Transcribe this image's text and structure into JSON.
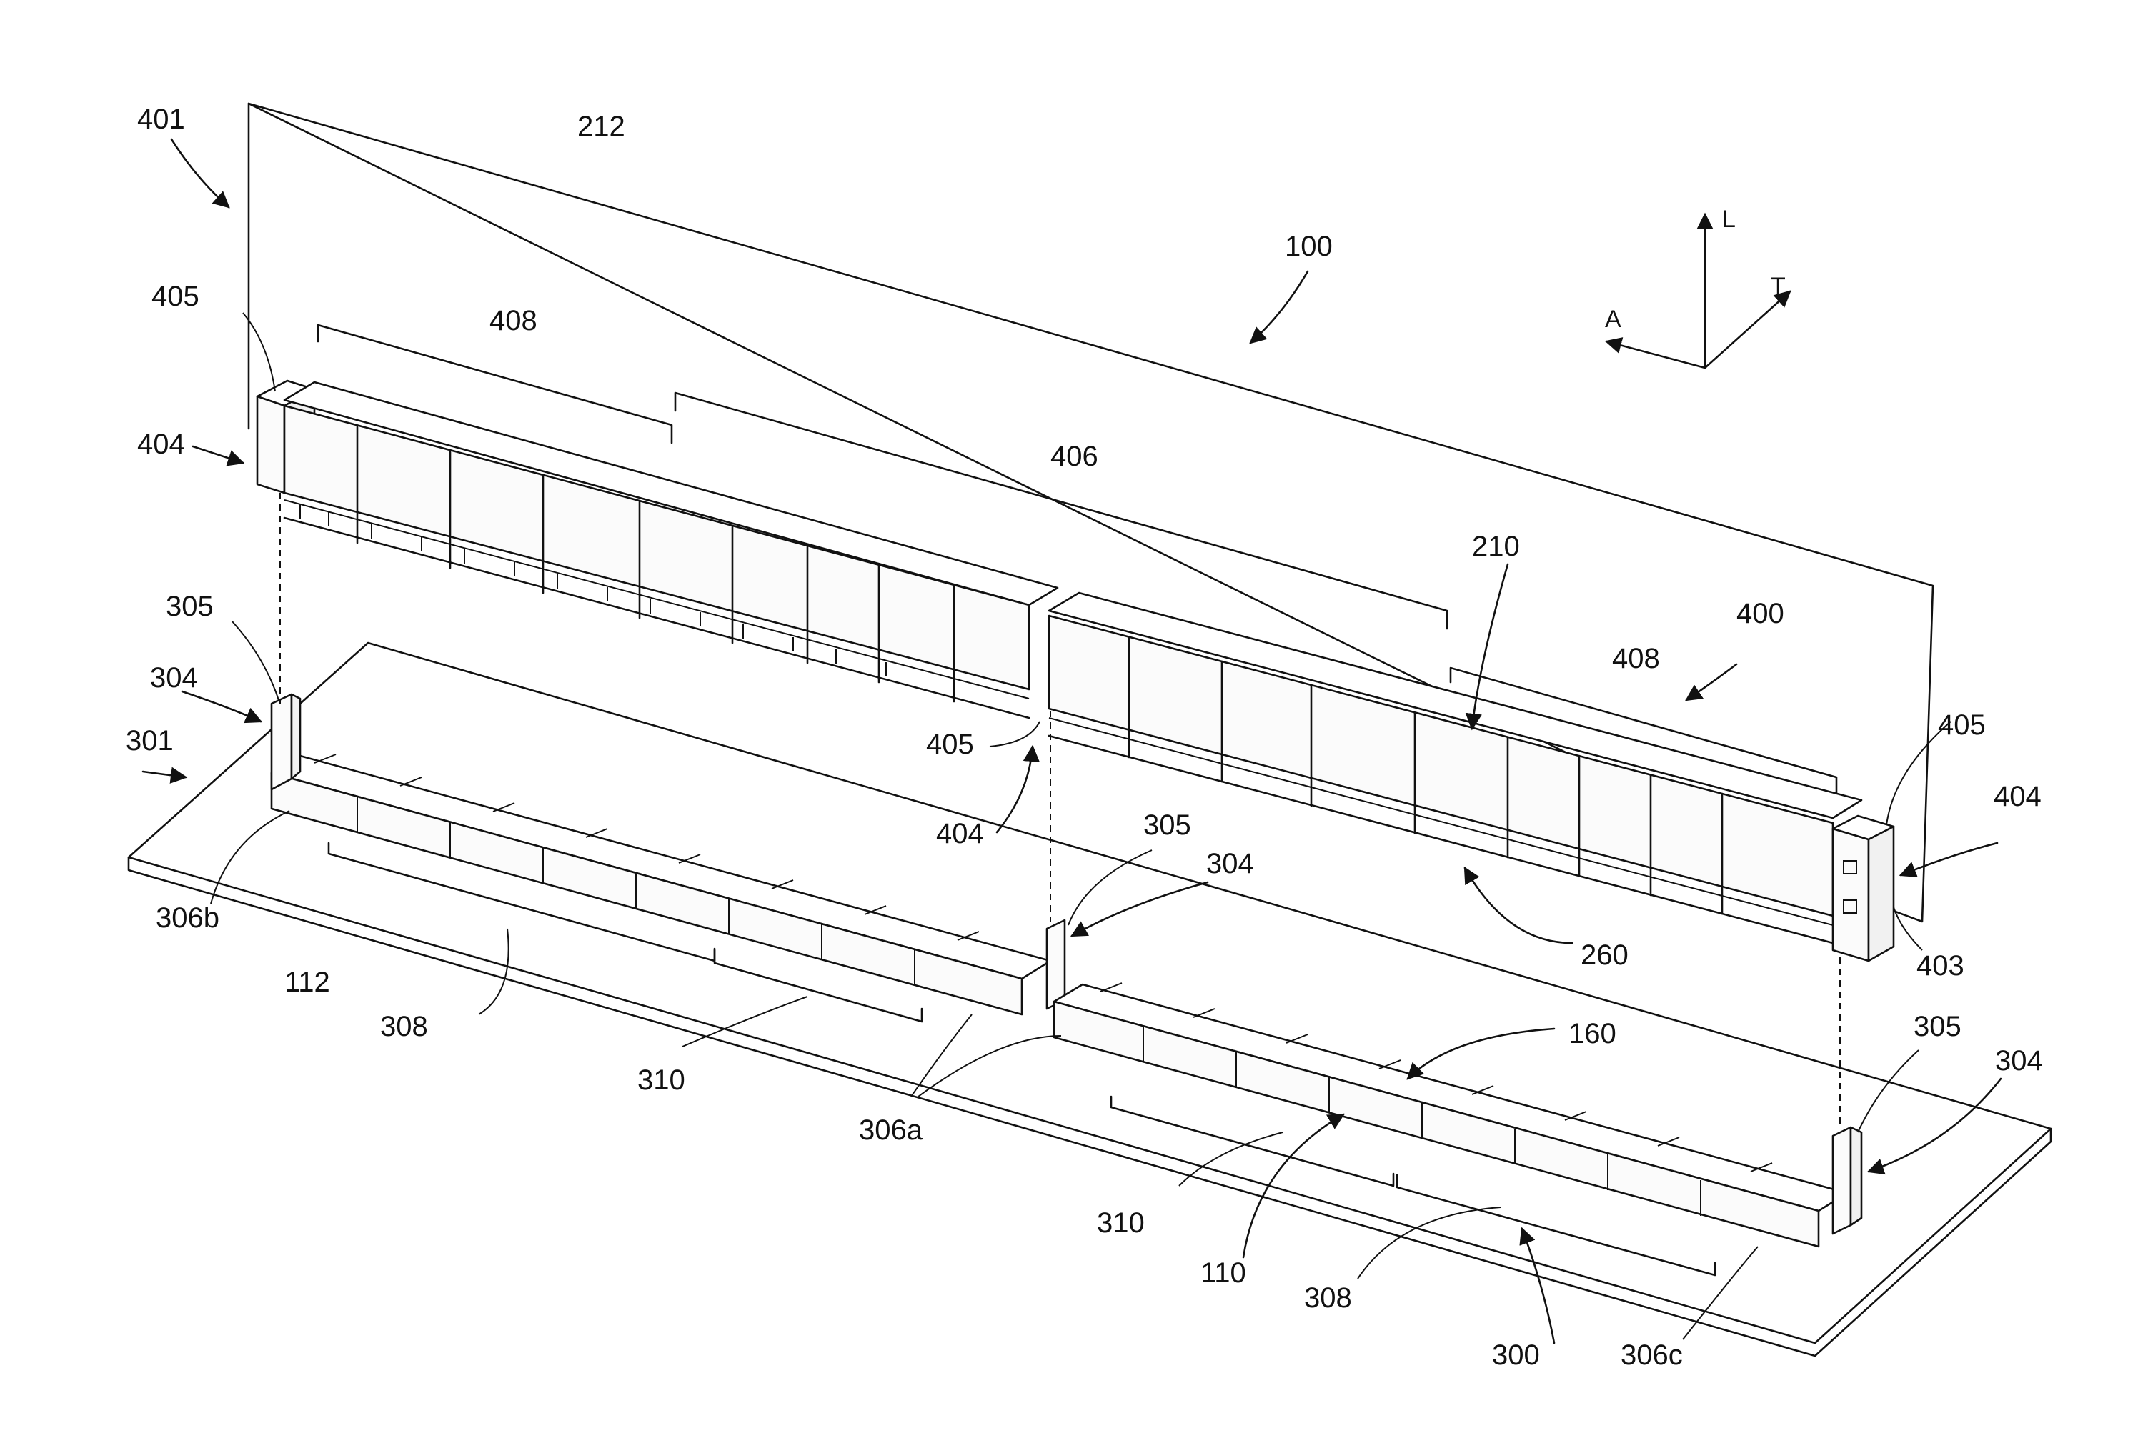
{
  "reference_numerals": {
    "n401": "401",
    "n212": "212",
    "n100": "100",
    "n405a": "405",
    "n408a": "408",
    "n404a": "404",
    "n406": "406",
    "n210": "210",
    "n400": "400",
    "n408b": "408",
    "n305a": "305",
    "n304a": "304",
    "n301": "301",
    "n405b": "405",
    "n404b": "404",
    "n405c": "405",
    "n404c": "404",
    "n305b": "305",
    "n304b": "304",
    "n260": "260",
    "n403": "403",
    "n306b": "306b",
    "n112": "112",
    "n308a": "308",
    "n310a": "310",
    "n306a": "306a",
    "n160": "160",
    "n305c": "305",
    "n304c": "304",
    "n310b": "310",
    "n110": "110",
    "n308b": "308",
    "n300": "300",
    "n306c": "306c"
  },
  "axes": {
    "l": "L",
    "t": "T",
    "a": "A"
  }
}
